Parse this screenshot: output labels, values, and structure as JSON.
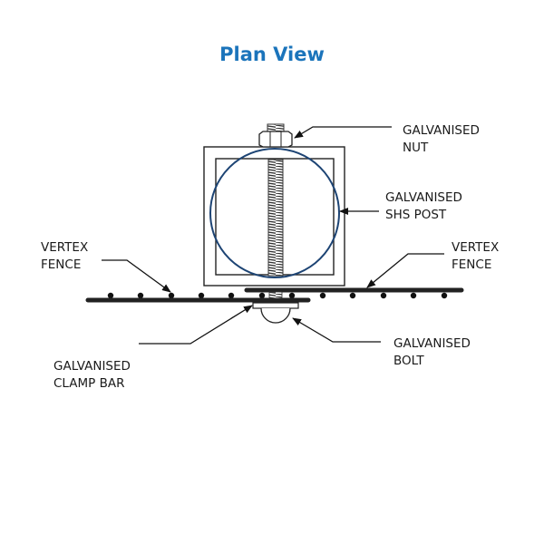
{
  "title": "Plan View",
  "colors": {
    "title": "#1b74bb",
    "post_circle": "#1d4474",
    "line": "#1a1a1a",
    "bar": "#333333"
  },
  "labels": {
    "nut": [
      "GALVANISED",
      "NUT"
    ],
    "post": [
      "GALVANISED",
      "SHS POST"
    ],
    "fence_left": [
      "VERTEX",
      "FENCE"
    ],
    "fence_right": [
      "VERTEX",
      "FENCE"
    ],
    "clamp_bar": [
      "GALVANISED",
      "CLAMP BAR"
    ],
    "bolt": [
      "GALVANISED",
      "BOLT"
    ]
  }
}
